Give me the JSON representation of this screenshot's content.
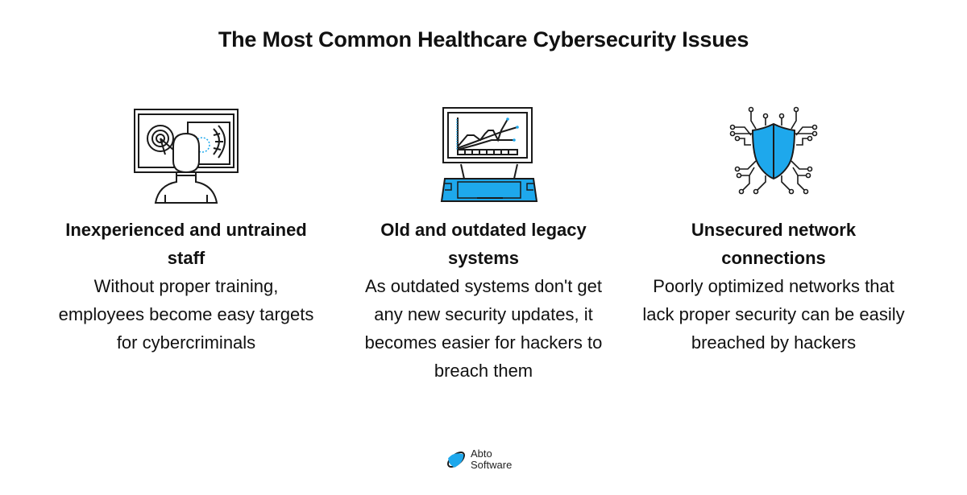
{
  "title": "The Most Common Healthcare Cybersecurity Issues",
  "accent_color": "#1ea8ec",
  "line_color": "#1a1a1a",
  "issues": [
    {
      "icon": "person-at-screen-icon",
      "heading": "Inexperienced and untrained staff",
      "description": "Without proper training, employees become easy targets for cybercriminals"
    },
    {
      "icon": "legacy-computer-chart-icon",
      "heading": "Old and outdated legacy systems",
      "description": "As outdated systems don't get any new security updates, it becomes easier for hackers to breach them"
    },
    {
      "icon": "shield-circuit-icon",
      "heading": "Unsecured network connections",
      "description": "Poorly optimized networks that lack proper security can be easily breached by hackers"
    }
  ],
  "logo": {
    "line1": "Abto",
    "line2": "Software"
  }
}
